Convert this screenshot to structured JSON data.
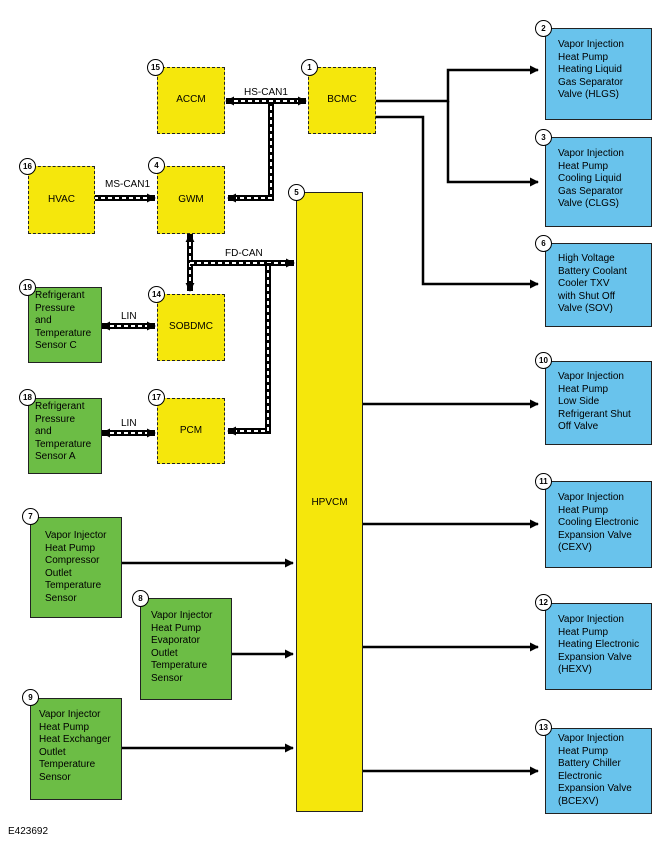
{
  "modules": {
    "bcmc": {
      "num": "1",
      "label": "BCMC"
    },
    "accm": {
      "num": "15",
      "label": "ACCM"
    },
    "hvac": {
      "num": "16",
      "label": "HVAC"
    },
    "gwm": {
      "num": "4",
      "label": "GWM"
    },
    "sobdmc": {
      "num": "14",
      "label": "SOBDMC"
    },
    "pcm": {
      "num": "17",
      "label": "PCM"
    },
    "hpvcm": {
      "num": "5",
      "label": "HPVCM"
    }
  },
  "sensors": {
    "s19": {
      "num": "19",
      "text": "Refrigerant\nPressure\nand\nTemperature\nSensor C"
    },
    "s18": {
      "num": "18",
      "text": "Refrigerant\nPressure\nand\nTemperature\nSensor A"
    },
    "s7": {
      "num": "7",
      "text": "Vapor Injector\nHeat Pump\nCompressor\nOutlet\nTemperature\nSensor"
    },
    "s8": {
      "num": "8",
      "text": "Vapor Injector\nHeat Pump\nEvaporator\nOutlet\nTemperature\nSensor"
    },
    "s9": {
      "num": "9",
      "text": "Vapor Injector\nHeat Pump\nHeat Exchanger\nOutlet\nTemperature\nSensor"
    }
  },
  "actuators": {
    "a2": {
      "num": "2",
      "text": "Vapor Injection\nHeat Pump\nHeating Liquid\nGas Separator\nValve (HLGS)"
    },
    "a3": {
      "num": "3",
      "text": "Vapor Injection\nHeat Pump\nCooling Liquid\nGas Separator\nValve (CLGS)"
    },
    "a6": {
      "num": "6",
      "text": "High Voltage\nBattery Coolant\nCooler TXV\nwith Shut Off\nValve (SOV)"
    },
    "a10": {
      "num": "10",
      "text": "Vapor Injection\nHeat Pump\nLow Side\nRefrigerant Shut\nOff Valve"
    },
    "a11": {
      "num": "11",
      "text": "Vapor Injection\nHeat Pump\nCooling Electronic\nExpansion Valve\n(CEXV)"
    },
    "a12": {
      "num": "12",
      "text": "Vapor Injection\nHeat Pump\nHeating Electronic\nExpansion Valve\n(HEXV)"
    },
    "a13": {
      "num": "13",
      "text": "Vapor Injection\nHeat Pump\nBattery Chiller\nElectronic\nExpansion Valve\n(BCEXV)"
    }
  },
  "buses": {
    "hs_can1": "HS-CAN1",
    "ms_can1": "MS-CAN1",
    "fd_can": "FD-CAN",
    "lin_top": "LIN",
    "lin_bottom": "LIN"
  },
  "reference_code": "E423692",
  "colors": {
    "module_fill": "#f5e70c",
    "sensor_fill": "#6cbd45",
    "actuator_fill": "#69c3ec",
    "line": "#000000"
  }
}
